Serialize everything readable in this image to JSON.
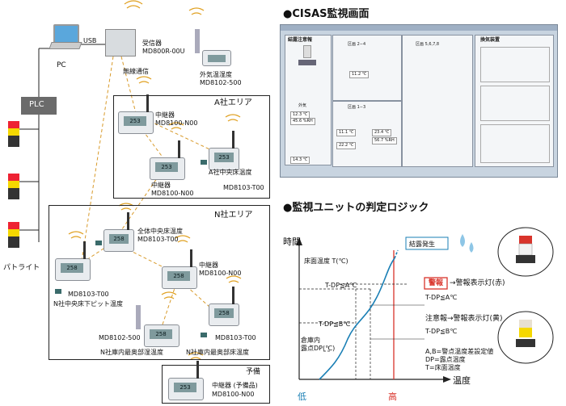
{
  "left": {
    "pc_label": "PC",
    "usb_label": "USB",
    "plc_label": "PLC",
    "patlight_label": "パトライト",
    "wireless_label": "無線通信",
    "receiver": {
      "name": "受信器",
      "model": "MD800R-00U"
    },
    "outdoor": {
      "name": "外気温湿度",
      "model": "MD8102-500"
    },
    "company_a": {
      "title": "A社エリア",
      "relay1": {
        "name": "中継器",
        "model": "MD8100-N00",
        "display": "253"
      },
      "relay2": {
        "name": "中継器",
        "model": "MD8100-N00",
        "display": "253"
      },
      "sensor": {
        "name": "A社中央床温度",
        "model": "MD8103-T00",
        "display": "253"
      }
    },
    "company_n": {
      "title": "N社エリア",
      "center": {
        "name": "全体中央床温度",
        "model": "MD8103-T00",
        "display": "258"
      },
      "pit": {
        "name": "N社中央床下ピット温度",
        "model": "MD8103-T00",
        "display": "258"
      },
      "relay": {
        "name": "中継器",
        "model": "MD8100-N00",
        "display": "258"
      },
      "back_humid": {
        "name": "N社庫内最奥部湿温度",
        "model": "MD8102-500",
        "display": "258"
      },
      "back_floor": {
        "name": "N社庫内最奥部床温度",
        "model": "MD8103-T00",
        "display": "258"
      }
    },
    "spare": {
      "title": "予備",
      "name": "中継器 (予備品)",
      "model": "MD8100-N00",
      "display": "253"
    }
  },
  "cisas": {
    "heading": "●CISAS監視画面",
    "warn_title": "結露注意報",
    "section_24": "区画 2−4",
    "section_5678": "区画 5,6,7,8",
    "section_13": "区画 1−3",
    "vent_title": "換気装置",
    "outdoor_label": "外気",
    "value_112": "11.2 ℃",
    "value_111": "11.1 ℃",
    "value_222": "22.2 ℃",
    "value_234": "23.4 ℃",
    "value_567": "56.7 %RH",
    "value_143": "14.3 ℃",
    "value_123": "12.3 ℃",
    "value_456": "45.6 %RH"
  },
  "logic": {
    "heading": "●監視ユニットの判定ロジック",
    "y_axis": "時間",
    "x_axis": "温度",
    "low": "低",
    "high": "高",
    "condensation": "結露発生",
    "floor_temp": "床面温度 T(℃)",
    "tdp_a": "T-DP≦A℃",
    "tdp_b": "T-DP≦B℃",
    "dewpoint": "倉庫内\n露点DP(℃)",
    "alarm_box": "警報",
    "alarm_text": "→警報表示灯(赤)",
    "alarm_cond": "T-DP≦A℃",
    "caution_text": "注意報→警報表示灯(黄)",
    "caution_cond": "T-DP≦B℃",
    "legend": [
      "A,B=警点温度差設定値",
      "DP=露点温度",
      "T=床面温度"
    ]
  },
  "colors": {
    "curve": "#1a7fb5",
    "redline": "#d9342b",
    "dash": "#d89a2a",
    "low": "#1a7fb5",
    "high": "#d9342b"
  }
}
